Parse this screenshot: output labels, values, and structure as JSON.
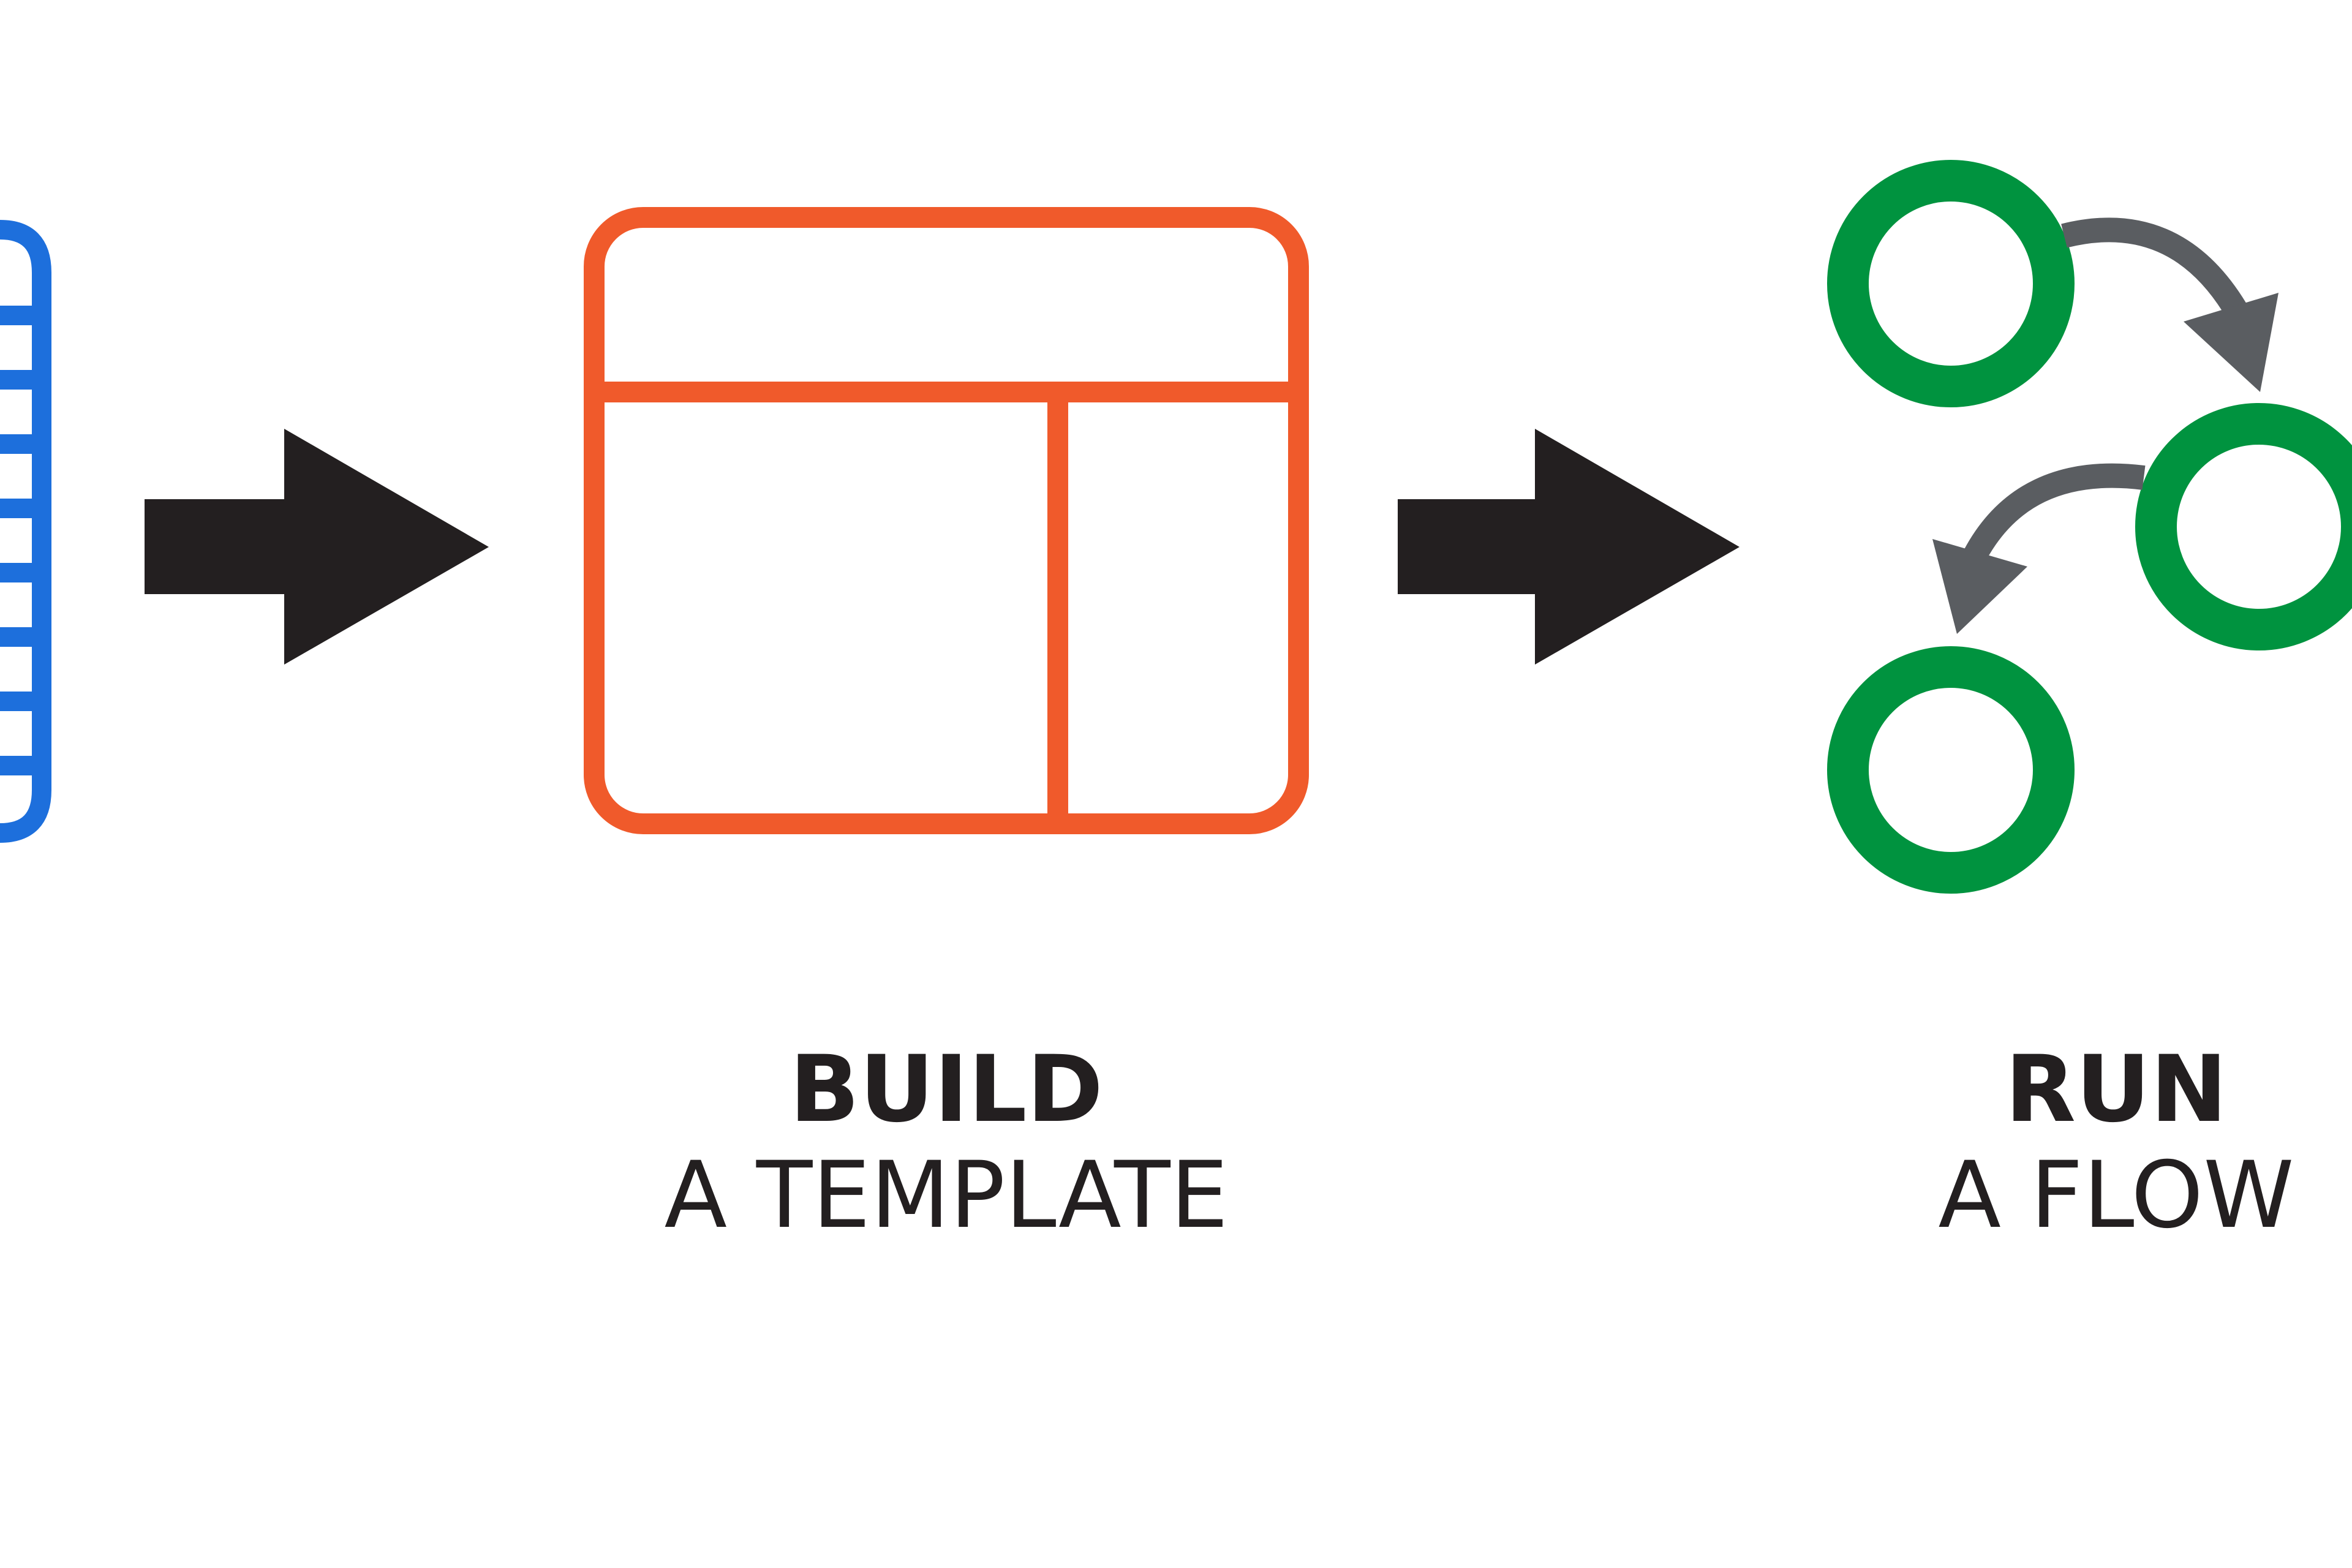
{
  "colors": {
    "spreadsheet_icon": "#1d6fdc",
    "template_icon": "#f05a2b",
    "flow_nodes": "#00933f",
    "flow_arrows": "#5a5d61",
    "process_arrows": "#231f20",
    "text": "#231f20"
  },
  "steps": [
    {
      "icon": "spreadsheet-icon",
      "title": "",
      "subtitle": ""
    },
    {
      "icon": "template-layout-icon",
      "title": "BUILD",
      "subtitle": "A TEMPLATE"
    },
    {
      "icon": "flow-nodes-icon",
      "title": "RUN",
      "subtitle": "A FLOW"
    }
  ]
}
